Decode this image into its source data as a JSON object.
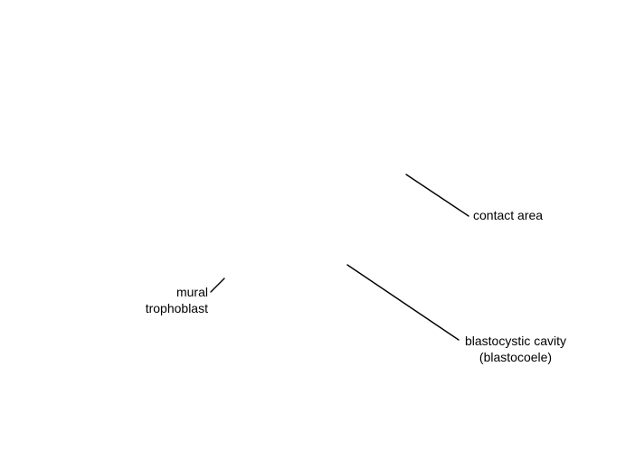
{
  "labels": {
    "contact_area": "contact area",
    "mural_trophoblast": {
      "line1": "mural",
      "line2": "trophoblast"
    },
    "blastocystic_cavity": {
      "line1": "blastocystic cavity",
      "line2": "(blastocoele)"
    }
  },
  "colors": {
    "background": "#ffffff",
    "ink": "#000000"
  }
}
